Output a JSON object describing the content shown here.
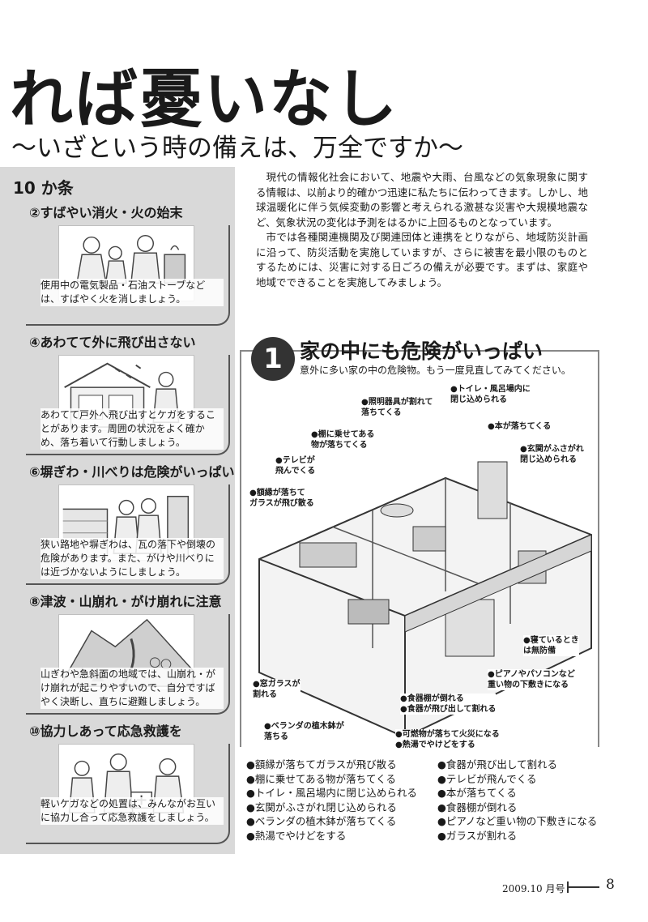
{
  "header": {
    "title": "れば憂いなし",
    "subtitle": "～いざという時の備えは、万全ですか～"
  },
  "sidebar": {
    "title": "10 か条",
    "items": [
      {
        "title": "②すばやい消火・火の始末",
        "text": "使用中の電気製品・石油ストーブなどは、すばやく火を消しましょう。"
      },
      {
        "title": "④あわてて外に飛び出さない",
        "text": "あわてて戸外へ飛び出すとケガをすることがあります。周囲の状況をよく確かめ、落ち着いて行動しましょう。"
      },
      {
        "title": "⑥塀ぎわ・川べりは危険がいっぱい",
        "text": "狭い路地や塀ぎわは、瓦の落下や倒壊の危険があります。また、がけや川べりには近づかないようにしましょう。"
      },
      {
        "title": "⑧津波・山崩れ・がけ崩れに注意",
        "text": "山ぎわや急斜面の地域では、山崩れ・がけ崩れが起こりやすいので、自分ですばやく決断し、直ちに避難しましょう。"
      },
      {
        "title": "⑩協力しあって応急救護を",
        "text": "軽いケガなどの処置は、みんながお互いに協力し合って応急救護をしましょう。"
      }
    ]
  },
  "intro": {
    "p1": "現代の情報化社会において、地震や大雨、台風などの気象現象に関する情報は、以前より的確かつ迅速に私たちに伝わってきます。しかし、地球温暖化に伴う気候変動の影響と考えられる激甚な災害や大規模地震など、気象状況の変化は予測をはるかに上回るものとなっています。",
    "p2": "市では各種関連機関及び関連団体と連携をとりながら、地域防災計画に沿って、防災活動を実施していますが、さらに被害を最小限のものとするためには、災害に対する日ごろの備えが必要です。まずは、家庭や地域でできることを実施してみましょう。"
  },
  "section": {
    "number": "1",
    "title": "家の中にも危険がいっぱい",
    "subtitle": "意外に多い家の中の危険物。もう一度見直してみてください。"
  },
  "callouts": {
    "c1": "●トイレ・風呂場内に\n閉じ込められる",
    "c2": "●照明器具が割れて\n落ちてくる",
    "c3": "●本が落ちてくる",
    "c4": "●棚に乗せてある\n物が落ちてくる",
    "c5": "●玄関がふさがれ\n閉じ込められる",
    "c6": "●テレビが\n飛んでくる",
    "c7": "●額縁が落ちて\nガラスが飛び散る",
    "c8": "●寝ているとき\nは無防備",
    "c9": "●ピアノやパソコンなど\n重い物の下敷きになる",
    "c10": "●窓ガラスが\n割れる",
    "c11": "●食器棚が倒れる\n●食器が飛び出して割れる",
    "c12": "●ベランダの植木鉢が\n落ちる",
    "c13": "●可燃物が落ちて火災になる\n●熱湯でやけどをする"
  },
  "bullets": {
    "b1": "●額縁が落ちてガラスが飛び散る",
    "b2": "●食器が飛び出して割れる",
    "b3": "●棚に乗せてある物が落ちてくる",
    "b4": "●テレビが飛んでくる",
    "b5": "●トイレ・風呂場内に閉じ込められる",
    "b6": "●本が落ちてくる",
    "b7": "●玄関がふさがれ閉じ込められる",
    "b8": "●食器棚が倒れる",
    "b9": "●ベランダの植木鉢が落ちてくる",
    "b10": "●ピアノなど重い物の下敷きになる",
    "b11": "●熱湯でやけどをする",
    "b12": "●ガラスが割れる"
  },
  "footer": {
    "date": "2009.10 月号",
    "page": "8"
  }
}
